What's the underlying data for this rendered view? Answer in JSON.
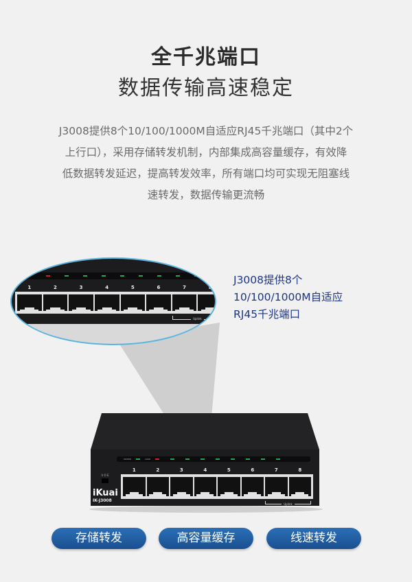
{
  "heading": {
    "title": "全千兆端口",
    "subtitle": "数据传输高速稳定"
  },
  "description": [
    "J3008提供8个10/100/1000M自适应RJ45千兆端口（其中2个",
    "上行口），采用存储转发机制，内部集成高容量缓存，有效降",
    "低数据转发延迟，提高转发效率，所有端口均可实现无阻塞线",
    "速转发，数据传输更流畅"
  ],
  "callout": [
    "J3008提供8个",
    "10/100/1000M自适应",
    "RJ45千兆端口"
  ],
  "device": {
    "brand": "iKuai",
    "model": "IK-J3008",
    "ports": [
      "1",
      "2",
      "3",
      "4",
      "5",
      "6",
      "7",
      "8"
    ],
    "uplink_label": "Uplink",
    "power_label": "POWER",
    "loop_label": "LOOP",
    "switch_label": "V O E"
  },
  "features": [
    "存储转发",
    "高容量缓存",
    "线速转发"
  ],
  "colors": {
    "accent": "#1f5a9e",
    "callout": "#1d3585",
    "led_green": "#1fa85a",
    "led_red": "#d0202a"
  }
}
